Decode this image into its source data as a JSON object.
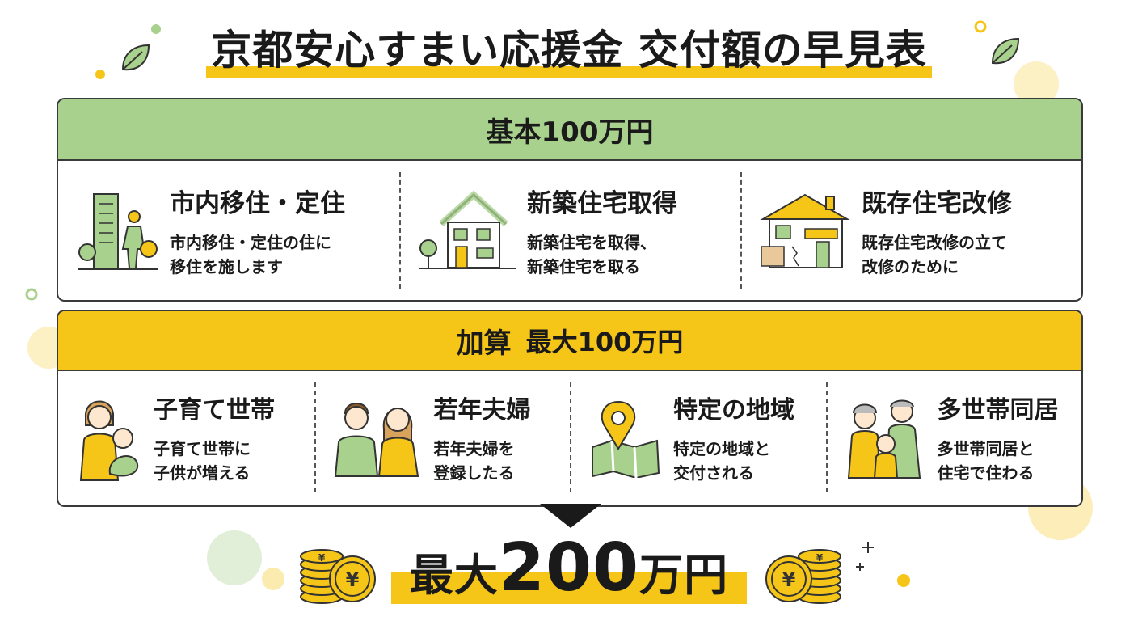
{
  "title": "京都安心すまい応援金 交付額の早見表",
  "basic": {
    "heading": "基本100万円",
    "items": [
      {
        "title": "市内移住・定住",
        "desc": "市内移住・定住の住に\n移住を施します",
        "icon": "city-mover-icon"
      },
      {
        "title": "新築住宅取得",
        "desc": "新築住宅を取得、\n新築住宅を取る",
        "icon": "new-house-icon"
      },
      {
        "title": "既存住宅改修",
        "desc": "既存住宅改修の立て\n改修のために",
        "icon": "renovation-house-icon"
      }
    ]
  },
  "addition": {
    "heading_main": "加算",
    "heading_sub": "最大100万円",
    "items": [
      {
        "title": "子育て世帯",
        "desc": "子育て世帯に\n子供が増える",
        "icon": "parent-child-icon"
      },
      {
        "title": "若年夫婦",
        "desc": "若年夫婦を\n登録したる",
        "icon": "young-couple-icon"
      },
      {
        "title": "特定の地域",
        "desc": "特定の地域と\n交付される",
        "icon": "map-pin-icon"
      },
      {
        "title": "多世帯同居",
        "desc": "多世帯同居と\n住宅で住わる",
        "icon": "multi-generation-icon"
      }
    ]
  },
  "total": {
    "prefix": "最大",
    "amount": "200",
    "suffix": "万円"
  },
  "colors": {
    "green": "#a9d18e",
    "yellow": "#f5c518",
    "border": "#3a3a3a"
  }
}
